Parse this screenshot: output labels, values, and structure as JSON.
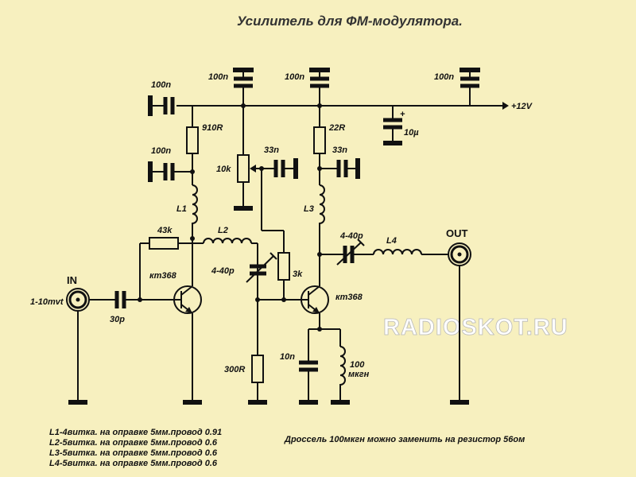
{
  "title": "Усилитель для ФМ-модулятора.",
  "watermark": "RADIOSKOT.RU",
  "supply_label": "+12V",
  "input": {
    "port_label": "IN",
    "level_label": "1-10mvt"
  },
  "output": {
    "port_label": "OUT"
  },
  "components": {
    "c_in_decouple": "100n",
    "c_supply_1": "100n",
    "c_supply_2": "100n",
    "c_supply_3": "100n",
    "c_electrolytic": "10µ",
    "electrolytic_polarity": "+",
    "r_910": "910R",
    "c_q1_decouple": "100n",
    "l1": "L1",
    "r_43k": "43k",
    "l2": "L2",
    "c_in_coupling": "30p",
    "q1": "кт368",
    "pot_10k": "10k",
    "c_pot_33n": "33n",
    "c_trim_1": "4-40p",
    "r_3k": "3k",
    "r_300": "300R",
    "r_22": "22R",
    "c_q2_33n": "33n",
    "l3": "L3",
    "c_trim_2": "4-40p",
    "l4": "L4",
    "q2": "кт368",
    "c_emitter_10n": "10n",
    "choke_value_line1": "100",
    "choke_value_line2": "мкгн"
  },
  "notes": {
    "coils": [
      "L1-4витка. на оправке 5мм.провод 0.91",
      "L2-5витка. на оправке 5мм.провод 0.6",
      "L3-5витка. на оправке 5мм.провод 0.6",
      "L4-5витка. на оправке 5мм.провод 0.6"
    ],
    "choke_note": "Дроссель 100мкгн можно заменить на резистор 56ом"
  }
}
